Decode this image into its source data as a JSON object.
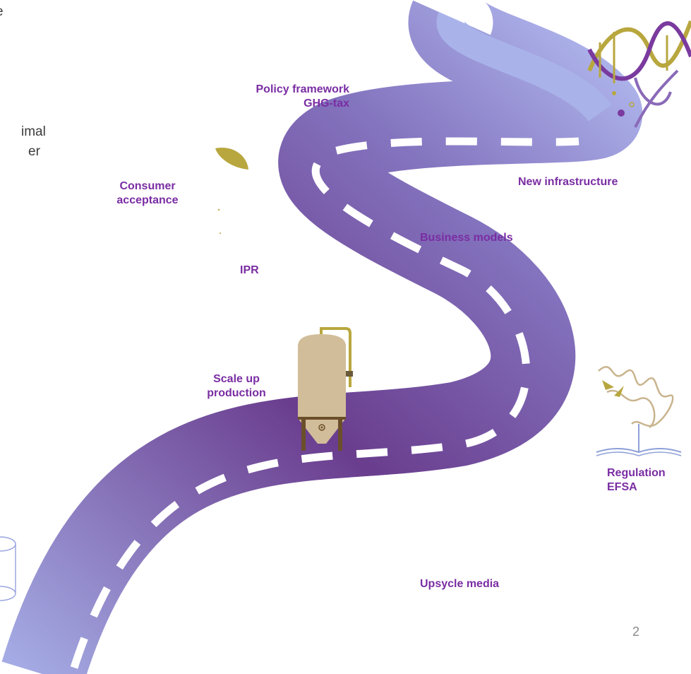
{
  "clipped_left_text": [
    "e",
    "imal",
    "er"
  ],
  "labels": {
    "policy": [
      "Policy framework",
      "GHG-tax"
    ],
    "consumer": [
      "Consumer",
      "acceptance"
    ],
    "infrastructure": [
      "New infrastructure"
    ],
    "business": [
      "Business models"
    ],
    "ipr": [
      "IPR"
    ],
    "scale": [
      "Scale up",
      "production"
    ],
    "regulation": [
      "Regulation",
      "EFSA"
    ],
    "upsycle": [
      "Upsycle media"
    ]
  },
  "page_number": "2",
  "colors": {
    "label": "#7a2da3",
    "road_light": "#a7b0e8",
    "road_dark": "#6a3d8e",
    "accent_gold": "#b8a73e",
    "tank": "#d1bd99"
  },
  "icons": [
    "dna-helix-icon",
    "fermentation-tank-icon",
    "protein-book-icon",
    "leaf-icon",
    "petri-dish-icon"
  ]
}
